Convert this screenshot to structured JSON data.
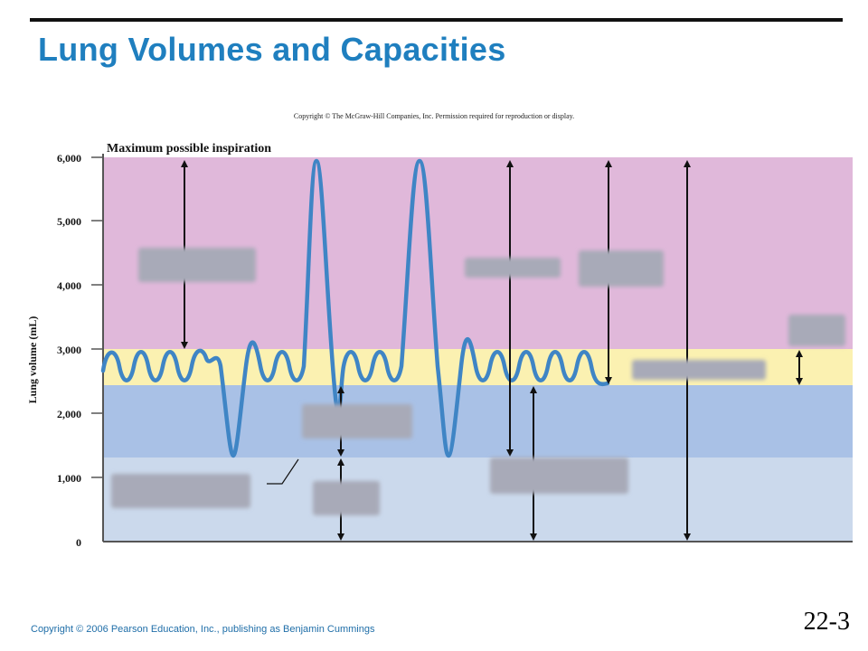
{
  "slide": {
    "title": "Lung Volumes and Capacities",
    "mcgraw_notice": "Copyright © The McGraw-Hill Companies, Inc. Permission required for reproduction or display.",
    "footer": "Copyright © 2006 Pearson Education, Inc., publishing as Benjamin Cummings",
    "number": "22-3"
  },
  "diagram": {
    "y_axis_label": "Lung volume (mL)",
    "y_ticks": [
      "6,000",
      "5,000",
      "4,000",
      "3,000",
      "2,000",
      "1,000",
      "0"
    ],
    "top_label": "Maximum possible inspiration",
    "colors": {
      "inspiratory_reserve": "#e0b8da",
      "tidal": "#fbf1b1",
      "expiratory_reserve": "#a9c1e6",
      "residual": "#cbd9ec",
      "trace": "#3f85c5",
      "arrow": "#111111",
      "blur_label": "#a8aab8"
    }
  }
}
